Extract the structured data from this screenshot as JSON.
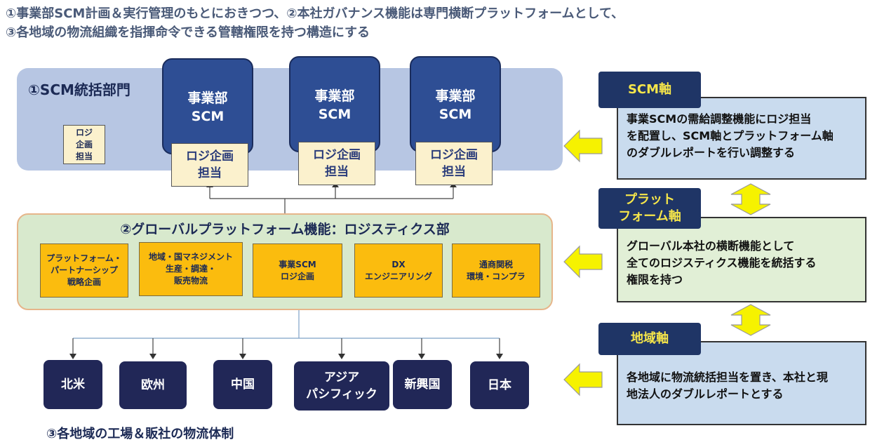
{
  "title": {
    "line1": "①事業部SCM計画＆実行管理のもとにおきつつ、②本社ガバナンス機能は専門横断プラットフォームとして、",
    "line2": "③各地域の物流組織を指揮命令できる管轄権限を持つ構造にする"
  },
  "scm_division": {
    "label": "①SCM統括部門",
    "small_logi": "ロジ\n企画\n担当",
    "business_units": [
      {
        "name": "事業部\nSCM",
        "logi": "ロジ企画\n担当"
      },
      {
        "name": "事業部\nSCM",
        "logi": "ロジ企画\n担当"
      },
      {
        "name": "事業部\nSCM",
        "logi": "ロジ企画\n担当"
      }
    ]
  },
  "platform": {
    "title": "②グローバルプラットフォーム機能：ロジスティクス部",
    "functions": [
      "プラットフォーム・\nパートナーシップ\n戦略企画",
      "地域・国マネジメント\n生産・調達・\n販売物流",
      "事業SCM\nロジ企画",
      "DX\nエンジニアリング",
      "通商関税\n環境・コンプラ"
    ]
  },
  "regions": {
    "items": [
      "北米",
      "欧州",
      "中国",
      "アジア\nパシフィック",
      "新興国",
      "日本"
    ],
    "label": "③各地域の工場＆販社の物流体制"
  },
  "axes": [
    {
      "name": "SCM軸",
      "description": "事業SCMの需給調整機能にロジ担当\nを配置し、SCM軸とプラットフォーム軸\nのダブルレポートを行い調整する"
    },
    {
      "name": "プラット\nフォーム軸",
      "description": "グローバル本社の横断機能として\n全てのロジスティクス機能を統括する\n権限を持つ"
    },
    {
      "name": "地域軸",
      "description": "各地域に物流統括担当を置き、本社と現\n地法人のダブルレポートとする"
    }
  ],
  "colors": {
    "scm_panel": "#b7c6e3",
    "business_unit": "#2e4e94",
    "logi_box": "#fbf1cd",
    "platform_panel": "#d8e9cd",
    "function_box": "#fbbc0e",
    "region_box": "#212757",
    "axis_tab": "#1f3566",
    "axis_title_yellow": "#f6e64a",
    "axis_desc_blue": "#c9dbee",
    "axis_desc_green": "#e1efd6",
    "arrow": "#f6f200"
  }
}
